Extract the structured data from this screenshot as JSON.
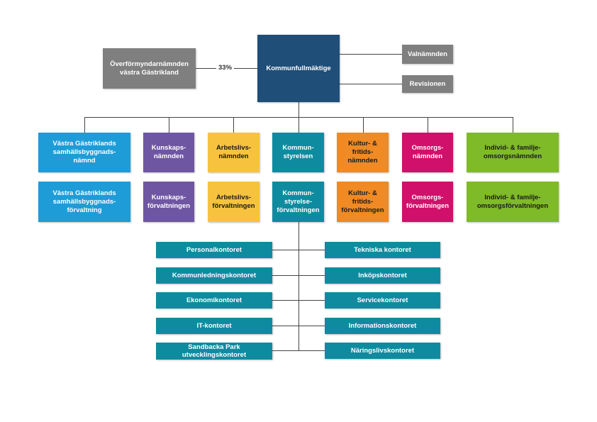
{
  "colors": {
    "council": "#1f4e79",
    "grey": "#7f7f7f",
    "blue": "#1e9cd7",
    "purple": "#6f56a3",
    "yellow": "#f7c33f",
    "teal": "#0f8ba0",
    "orange": "#ef8a24",
    "magenta": "#d0106a",
    "green": "#7fba28"
  },
  "top": {
    "council": "Kommunfullmäktige",
    "guardian": "Överförmyndarnämnden\nvästra Gästrikland",
    "share": "33%",
    "election": "Valnämnden",
    "audit": "Revisionen"
  },
  "committees": [
    {
      "label": "Västra Gästriklands\nsamhällsbyggnads-\nnämnd"
    },
    {
      "label": "Kunskaps-\nnämnden"
    },
    {
      "label": "Arbetslivs-\nnämnden"
    },
    {
      "label": "Kommun-\nstyrelsen"
    },
    {
      "label": "Kultur- &\nfritids-\nnämnden"
    },
    {
      "label": "Omsorgs-\nnämnden"
    },
    {
      "label": "Individ- & familje-\nomsorgsnämnden"
    }
  ],
  "administrations": [
    {
      "label": "Västra Gästriklands\nsamhällsbyggnads-\nförvaltning"
    },
    {
      "label": "Kunskaps-\nförvaltningen"
    },
    {
      "label": "Arbetslivs-\nförvaltningen"
    },
    {
      "label": "Kommun-\nstyrelse-\nförvaltningen"
    },
    {
      "label": "Kultur- &\nfritids-\nförvaltningen"
    },
    {
      "label": "Omsorgs-\nförvaltningen"
    },
    {
      "label": "Individ- & familje-\nomsorgsförvaltningen"
    }
  ],
  "offices_left": [
    "Personalkontoret",
    "Kommunledningskontoret",
    "Ekonomikontoret",
    "IT-kontoret",
    "Sandbacka Park\nutvecklingskontoret"
  ],
  "offices_right": [
    "Tekniska kontoret",
    "Inköpskontoret",
    "Servicekontoret",
    "Informationskontoret",
    "Näringslivskontoret"
  ]
}
